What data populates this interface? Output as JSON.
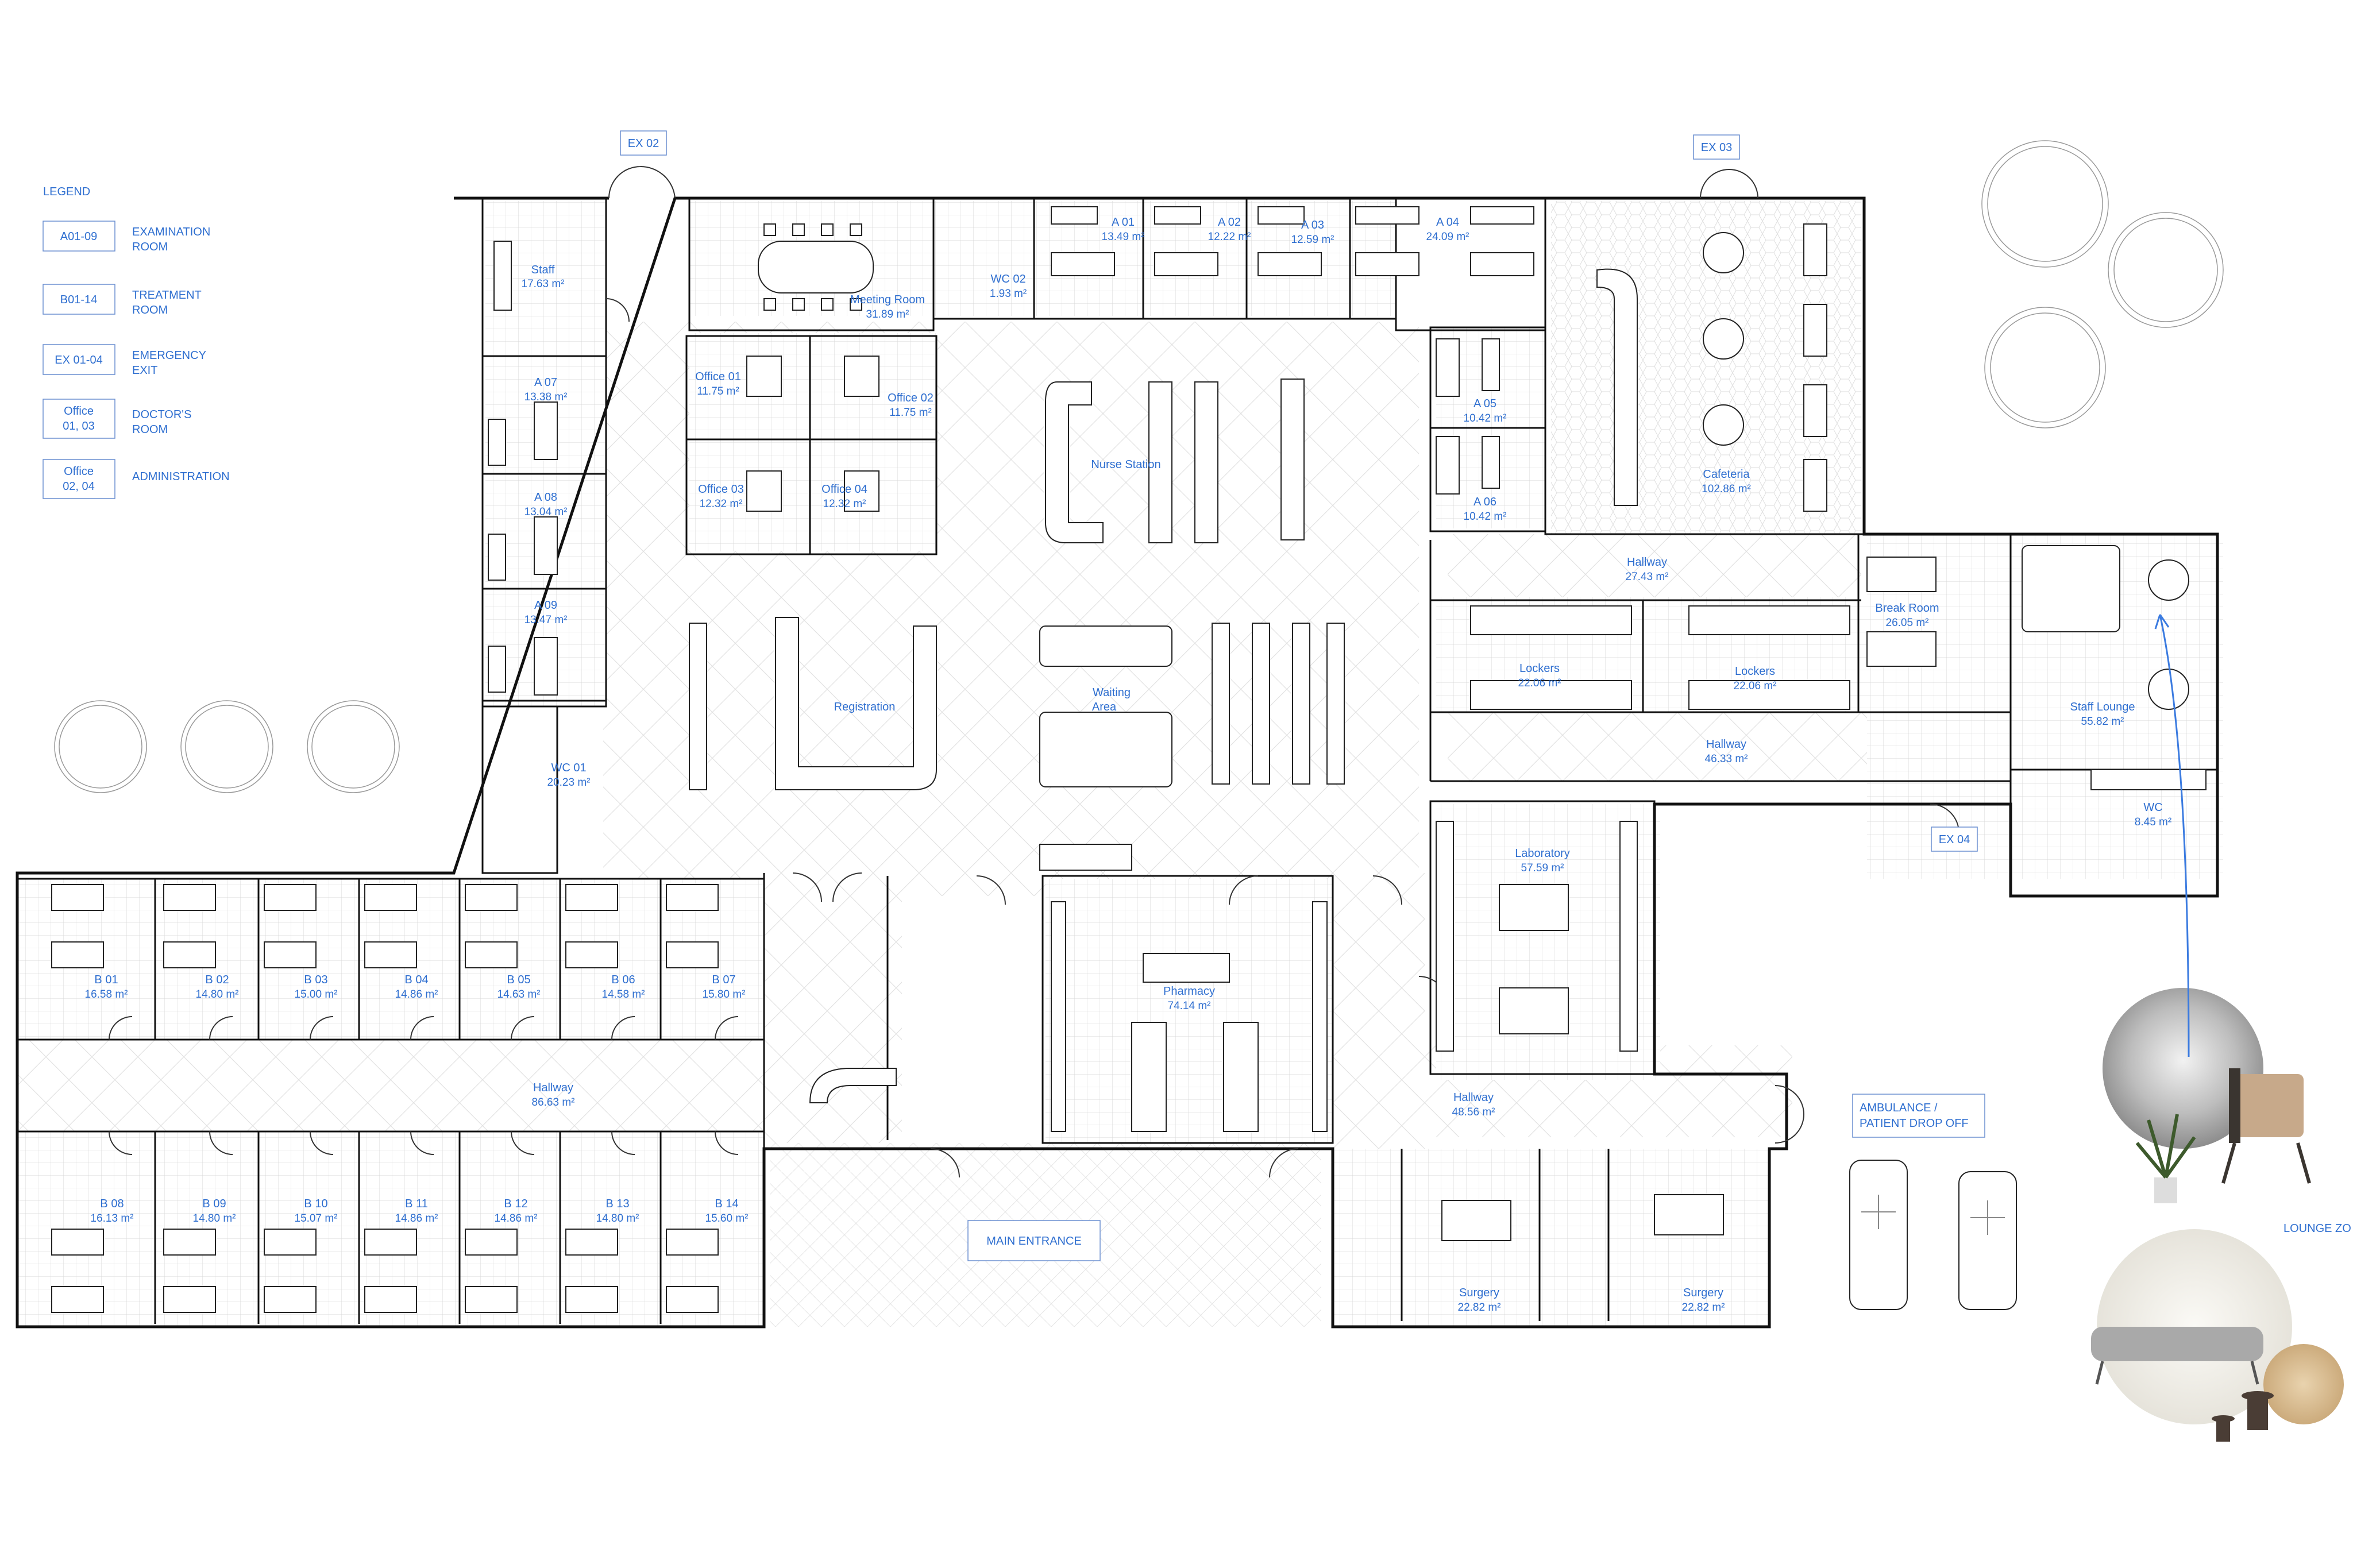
{
  "legend": {
    "title": "LEGEND",
    "items": [
      {
        "code": "A01-09",
        "desc": "EXAMINATION ROOM"
      },
      {
        "code": "B01-14",
        "desc": "TREATMENT ROOM"
      },
      {
        "code": "EX 01-04",
        "desc": "EMERGENCY EXIT"
      },
      {
        "code": "Office 01, 03",
        "desc": "DOCTOR'S ROOM"
      },
      {
        "code": "Office 02, 04",
        "desc": "ADMINISTRATION"
      }
    ]
  },
  "exits": {
    "ex02": "EX 02",
    "ex03": "EX 03",
    "ex04": "EX 04"
  },
  "rooms": {
    "staff": {
      "name": "Staff",
      "area": "17.63 m²"
    },
    "a07": {
      "name": "A 07",
      "area": "13.38 m²"
    },
    "a08": {
      "name": "A 08",
      "area": "13.04 m²"
    },
    "a09": {
      "name": "A 09",
      "area": "13.47 m²"
    },
    "wc01": {
      "name": "WC 01",
      "area": "20.23 m²"
    },
    "meeting": {
      "name": "Meeting Room",
      "area": "31.89 m²"
    },
    "wc02": {
      "name": "WC 02",
      "area": "1.93 m²"
    },
    "a01": {
      "name": "A 01",
      "area": "13.49 m²"
    },
    "a02": {
      "name": "A 02",
      "area": "12.22 m²"
    },
    "a03": {
      "name": "A 03",
      "area": "12.59 m²"
    },
    "a04": {
      "name": "A 04",
      "area": "24.09 m²"
    },
    "office01": {
      "name": "Office 01",
      "area": "11.75 m²"
    },
    "office02": {
      "name": "Office 02",
      "area": "11.75 m²"
    },
    "office03": {
      "name": "Office 03",
      "area": "12.32 m²"
    },
    "office04": {
      "name": "Office 04",
      "area": "12.32 m²"
    },
    "nurse": {
      "name": "Nurse Station",
      "area": ""
    },
    "a05": {
      "name": "A 05",
      "area": "10.42 m²"
    },
    "a06": {
      "name": "A 06",
      "area": "10.42 m²"
    },
    "cafeteria": {
      "name": "Cafeteria",
      "area": "102.86 m²"
    },
    "hallway1": {
      "name": "Hallway",
      "area": "27.43 m²"
    },
    "breakroom": {
      "name": "Break Room",
      "area": "26.05 m²"
    },
    "lockers1": {
      "name": "Lockers",
      "area": "22.06 m²"
    },
    "lockers2": {
      "name": "Lockers",
      "area": "22.06 m²"
    },
    "stafflounge": {
      "name": "Staff Lounge",
      "area": "55.82 m²"
    },
    "hallway2": {
      "name": "Hallway",
      "area": "46.33 m²"
    },
    "wc": {
      "name": "WC",
      "area": "8.45 m²"
    },
    "registration": {
      "name": "Registration",
      "area": ""
    },
    "waiting": {
      "name": "Waiting Area",
      "area": ""
    },
    "laboratory": {
      "name": "Laboratory",
      "area": "57.59 m²"
    },
    "pharmacy": {
      "name": "Pharmacy",
      "area": "74.14 m²"
    },
    "hallway3": {
      "name": "Hallway",
      "area": "86.63 m²"
    },
    "hallway4": {
      "name": "Hallway",
      "area": "48.56 m²"
    },
    "surgery1": {
      "name": "Surgery",
      "area": "22.82 m²"
    },
    "surgery2": {
      "name": "Surgery",
      "area": "22.82 m²"
    },
    "mainentrance": {
      "name": "MAIN ENTRANCE"
    },
    "ambulance": {
      "line1": "AMBULANCE /",
      "line2": "PATIENT DROP OFF"
    },
    "lounge": {
      "name": "LOUNGE ZO"
    }
  },
  "b_rooms_top": [
    {
      "name": "B 01",
      "area": "16.58 m²"
    },
    {
      "name": "B 02",
      "area": "14.80 m²"
    },
    {
      "name": "B 03",
      "area": "15.00 m²"
    },
    {
      "name": "B 04",
      "area": "14.86 m²"
    },
    {
      "name": "B 05",
      "area": "14.63 m²"
    },
    {
      "name": "B 06",
      "area": "14.58 m²"
    },
    {
      "name": "B 07",
      "area": "15.80 m²"
    }
  ],
  "b_rooms_bottom": [
    {
      "name": "B 08",
      "area": "16.13 m²"
    },
    {
      "name": "B 09",
      "area": "14.80 m²"
    },
    {
      "name": "B 10",
      "area": "15.07 m²"
    },
    {
      "name": "B 11",
      "area": "14.86 m²"
    },
    {
      "name": "B 12",
      "area": "14.86 m²"
    },
    {
      "name": "B 13",
      "area": "14.80 m²"
    },
    {
      "name": "B 14",
      "area": "15.60 m²"
    }
  ],
  "colors": {
    "label": "#2f6fd0",
    "wall": "#111111",
    "furniture": "#222222"
  }
}
